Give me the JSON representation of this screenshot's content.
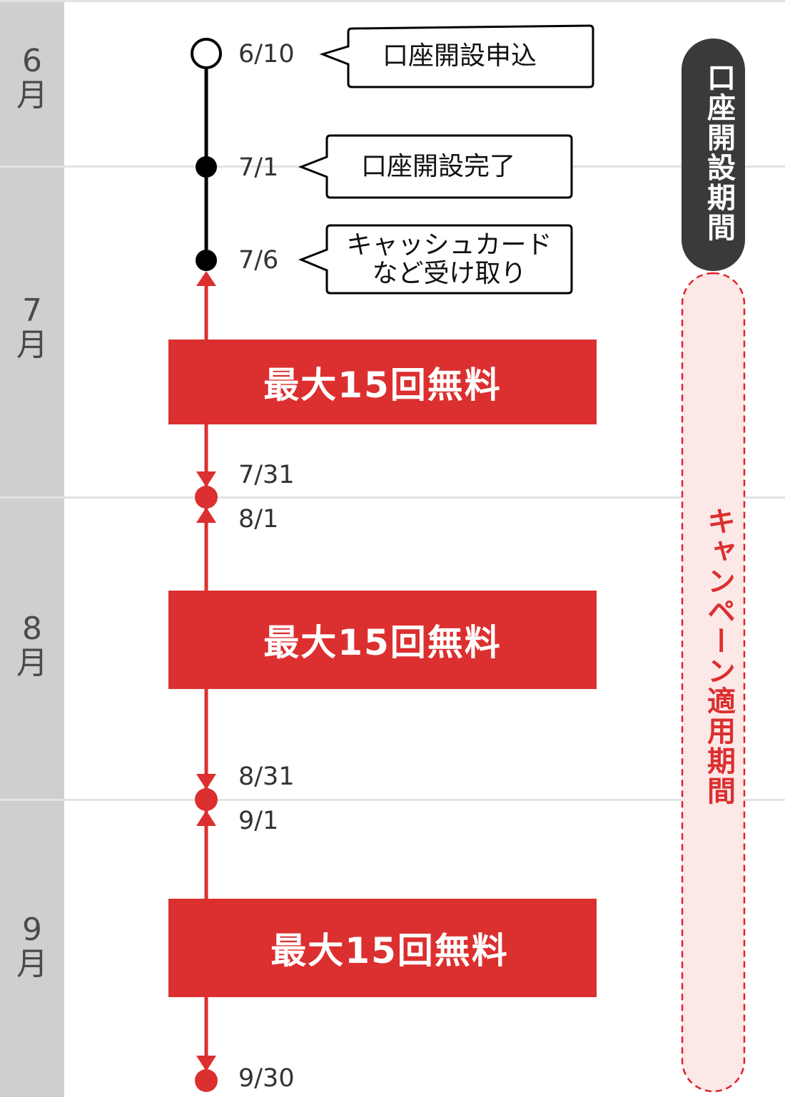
{
  "months": [
    "6\n月",
    "7\n月",
    "8\n月",
    "9\n月"
  ],
  "month_labels": [
    {
      "num": "6",
      "unit": "月"
    },
    {
      "num": "7",
      "unit": "月"
    },
    {
      "num": "8",
      "unit": "月"
    },
    {
      "num": "9",
      "unit": "月"
    }
  ],
  "dates": [
    "6/10",
    "7/1",
    "7/6",
    "7/31",
    "8/1",
    "8/31",
    "9/1",
    "9/30"
  ],
  "callouts": [
    "口座開設申込",
    "口座開設完了",
    "キャッシュカード",
    "など受け取り"
  ],
  "free_boxes": [
    "最大15回無料",
    "最大15回無料",
    "最大15回無料"
  ],
  "periods": {
    "account_opening": "口座開設期間",
    "campaign": "キャンペーン適用期間"
  },
  "colors": {
    "red": "#dc2f2f",
    "dark": "#3a3a3a",
    "pink": "#fde8e8",
    "gray": "#cfcfcf"
  }
}
